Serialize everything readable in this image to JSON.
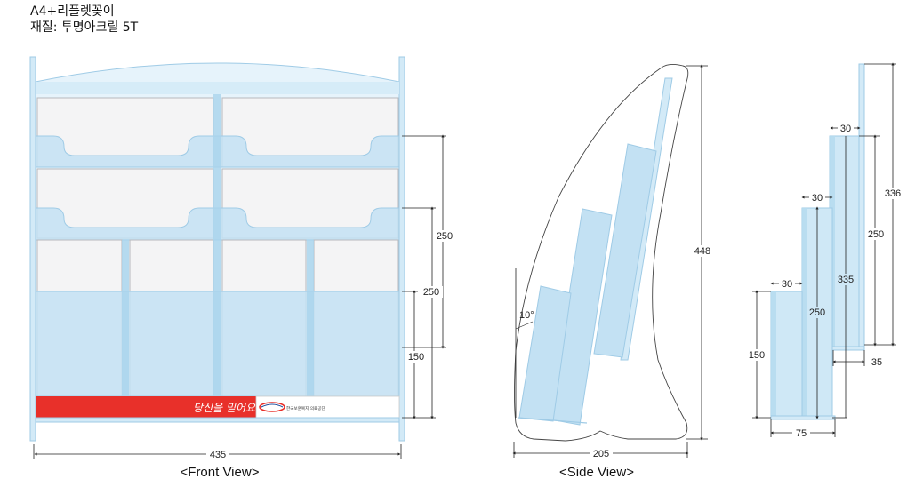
{
  "title": {
    "line1": "A4+리플렛꽂이",
    "line2": "재질: 투명아크릴 5T"
  },
  "front_view": {
    "caption": "<Front View>",
    "banner_slogan": "당신을 믿어요",
    "banner_logo": "한국보훈복지 의료공단",
    "dims": {
      "width": "435",
      "upper_pocket": "250",
      "middle_pocket": "250",
      "lower_pocket": "150"
    }
  },
  "side_view": {
    "caption": "<Side View>",
    "dims": {
      "height": "448",
      "depth": "205",
      "angle": "10°"
    }
  },
  "detail_view": {
    "dims": {
      "top_step": "30",
      "mid_step": "30",
      "low_step": "30",
      "back_height": "336",
      "top_pocket": "250",
      "mid_span": "335",
      "mid_pocket": "250",
      "low_pocket": "150",
      "bottom_width": "75",
      "back_offset": "35"
    }
  },
  "colors": {
    "acrylic": "#cfe8f6",
    "acrylic_edge": "#9fcbe6",
    "banner": "#e8302a",
    "line": "#222222"
  }
}
